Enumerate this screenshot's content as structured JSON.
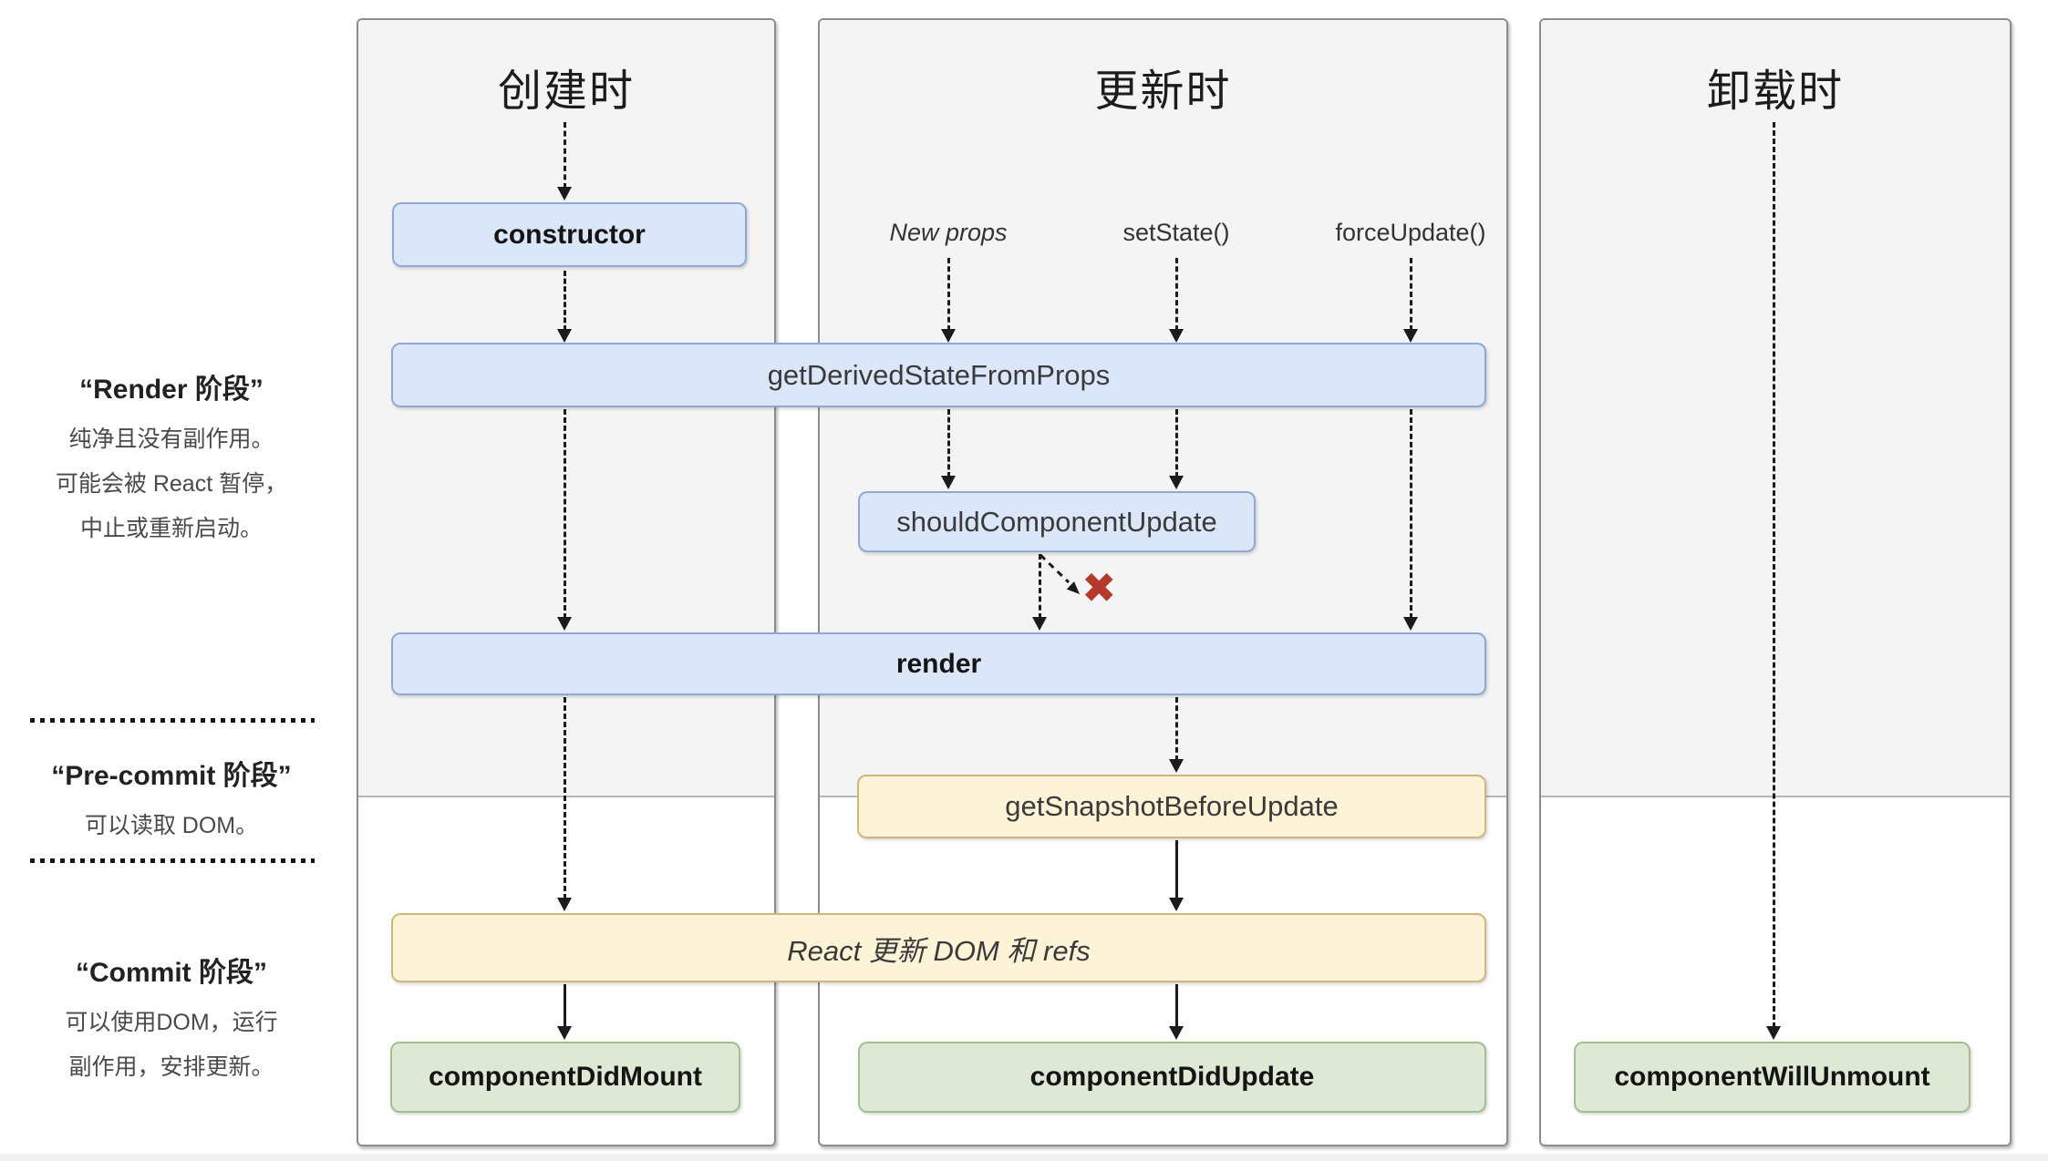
{
  "columns": {
    "mounting": {
      "title": "创建时"
    },
    "updating": {
      "title": "更新时"
    },
    "unmounting": {
      "title": "卸载时"
    }
  },
  "left_labels": {
    "render_phase": {
      "title": "“Render 阶段”",
      "lines": [
        "纯净且没有副作用。",
        "可能会被 React 暂停，",
        "中止或重新启动。"
      ]
    },
    "pre_commit_phase": {
      "title": "“Pre-commit 阶段”",
      "lines": [
        "可以读取 DOM。"
      ]
    },
    "commit_phase": {
      "title": "“Commit 阶段”",
      "lines": [
        "可以使用DOM，运行",
        "副作用，安排更新。"
      ]
    }
  },
  "triggers": {
    "new_props": "New props",
    "set_state": "setState()",
    "force_update": "forceUpdate()"
  },
  "boxes": {
    "constructor": "constructor",
    "get_derived": "getDerivedStateFromProps",
    "should_update": "shouldComponentUpdate",
    "render": "render",
    "get_snapshot": "getSnapshotBeforeUpdate",
    "react_updates": "React 更新 DOM 和 refs",
    "did_mount": "componentDidMount",
    "did_update": "componentDidUpdate",
    "will_unmount": "componentWillUnmount"
  },
  "icons": {
    "skip_icon": "✖"
  },
  "colors": {
    "box_blue_fill": "#dbe7f9",
    "box_blue_border": "#8fa9d4",
    "box_yellow_fill": "#fdf3d7",
    "box_yellow_border": "#cdb87a",
    "box_green_fill": "#dde9d4",
    "box_green_border": "#a2bf92",
    "column_gray": "#f4f4f4",
    "column_border": "#8c8c8c",
    "skip_x_red": "#b43a2b"
  }
}
